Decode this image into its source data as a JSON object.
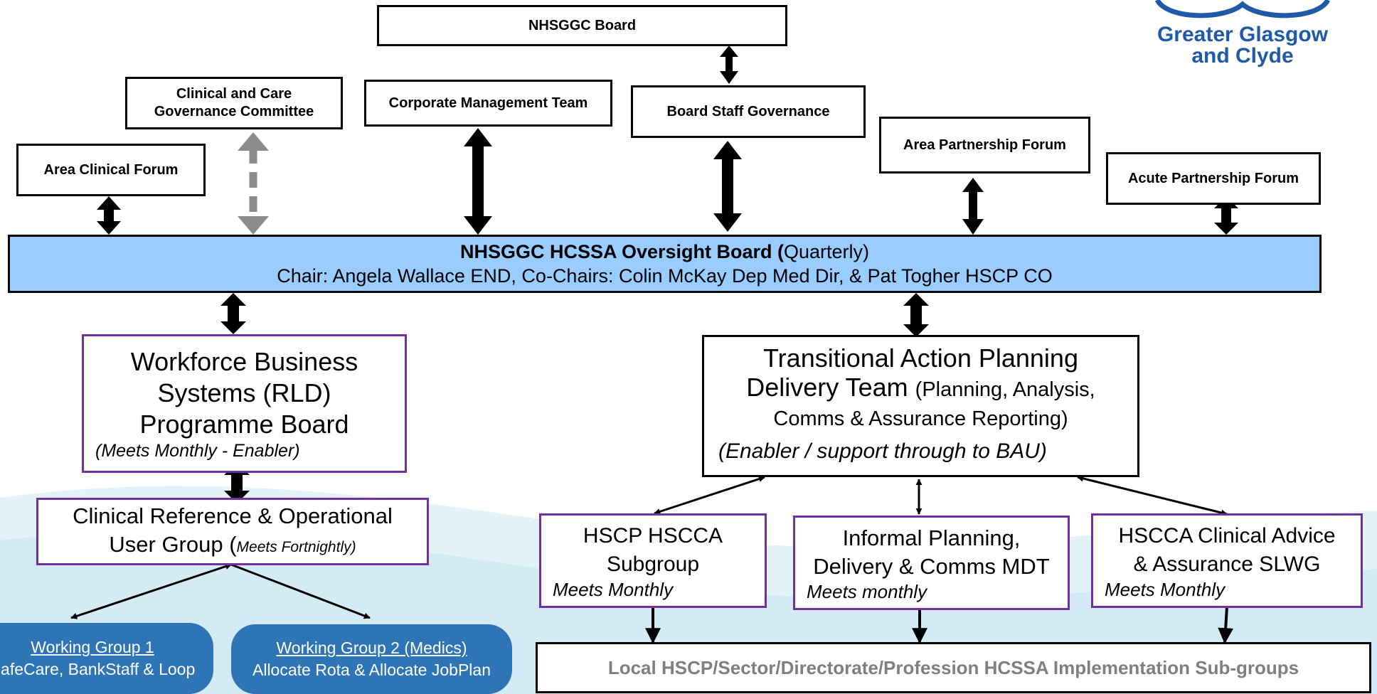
{
  "logo": {
    "text": "Greater Glasgow and Clyde",
    "line1": "Greater Glasgow",
    "line2": "and Clyde",
    "color": "#1f5aa6"
  },
  "boxes": {
    "nhsggc_board": "NHSGGC Board",
    "clinical_care_gov": [
      "Clinical and Care",
      "Governance Committee"
    ],
    "corporate_mgmt": "Corporate Management Team",
    "board_staff_gov": "Board Staff Governance",
    "area_clinical_forum": "Area Clinical Forum",
    "area_partnership_forum": "Area Partnership Forum",
    "acute_partnership_forum": "Acute Partnership Forum"
  },
  "oversight": {
    "title_bold": "NHSGGC HCSSA Oversight Board (",
    "title_rest": "Quarterly)",
    "chair_line": "Chair: Angela Wallace END, Co-Chairs: Colin McKay Dep Med Dir, & Pat Togher HSCP CO",
    "fill_color": "#99ccff"
  },
  "workforce": {
    "lines": [
      "Workforce Business",
      "Systems (RLD)",
      "Programme Board"
    ],
    "note": "(Meets Monthly - Enabler)"
  },
  "clinical_ref": {
    "line1": "Clinical Reference & Operational",
    "line2_main": "User Group (",
    "line2_italic": "Meets Fortnightly)"
  },
  "transitional": {
    "line1": "Transitional Action Planning",
    "line2_big": "Delivery Team ",
    "line2_rest": "(Planning, Analysis,",
    "line3": "Comms & Assurance Reporting)",
    "note": "(Enabler / support through to BAU)"
  },
  "subgroups": [
    {
      "lines": [
        "HSCP HSCCA",
        "Subgroup"
      ],
      "note": "Meets Monthly"
    },
    {
      "lines": [
        "Informal Planning,",
        "Delivery & Comms MDT"
      ],
      "note": "Meets monthly"
    },
    {
      "lines": [
        "HSCCA Clinical Advice",
        "& Assurance SLWG"
      ],
      "note": "Meets Monthly"
    }
  ],
  "working_groups": [
    {
      "title": "Working Group 1",
      "detail": "SafeCare, BankStaff & Loop"
    },
    {
      "title": "Working Group 2 (Medics)",
      "detail": "Allocate Rota & Allocate JobPlan"
    }
  ],
  "local_groups": "Local HSCP/Sector/Directorate/Profession HCSSA Implementation Sub-groups",
  "colors": {
    "purple_border": "#7030a0",
    "wave": "#ddf0f8",
    "working_group": "#2e75b6",
    "dashed_arrow": "#8c8c8c"
  }
}
